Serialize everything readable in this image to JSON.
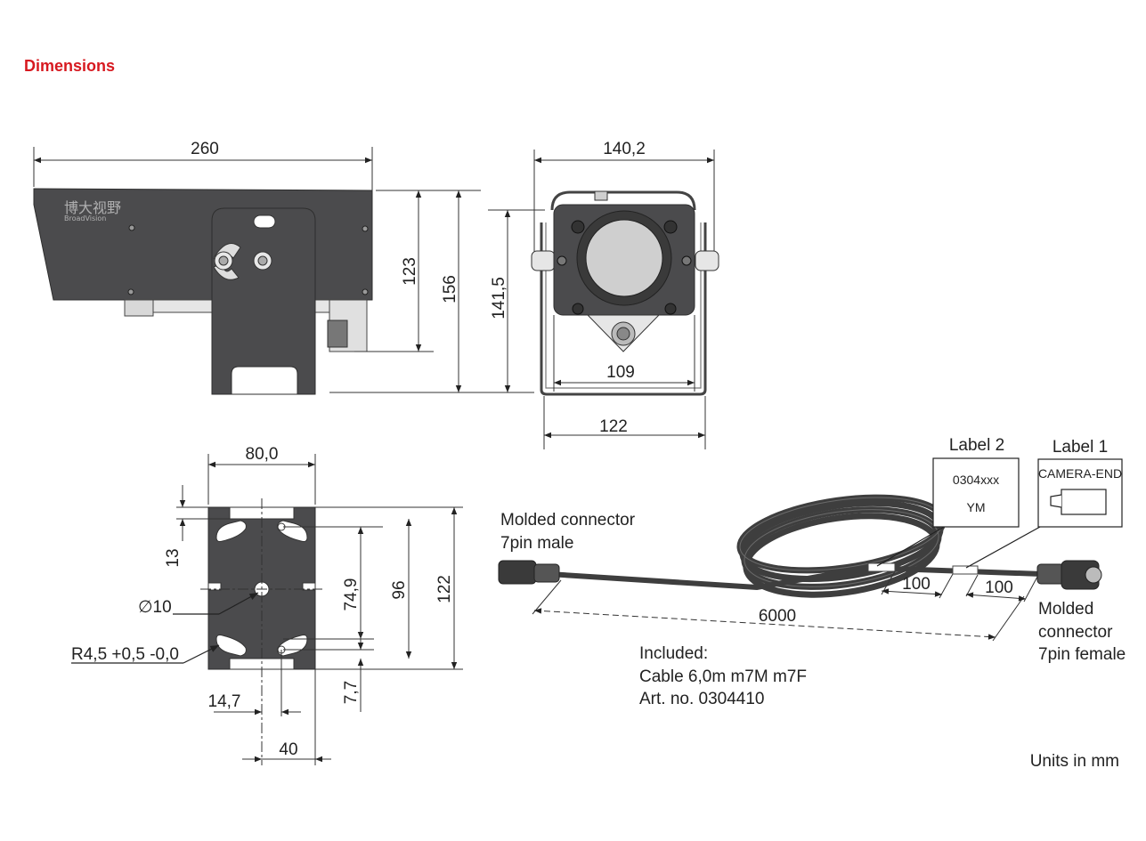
{
  "title": "Dimensions",
  "watermark": {
    "cn": "博大视野",
    "en": "BroadVision"
  },
  "side_view": {
    "width": "260",
    "h1": "123",
    "h2": "156",
    "h3": "141,5"
  },
  "front_view": {
    "width": "140,2",
    "inner": "109",
    "base": "122"
  },
  "bracket": {
    "width": "80,0",
    "top_offset": "13",
    "diameter": "∅10",
    "radius": "R4,5 +0,5 -0,0",
    "h_slot": "74,9",
    "h_96": "96",
    "h_122": "122",
    "bottom": "7,7",
    "w_14": "14,7",
    "w_40": "40"
  },
  "cable": {
    "male_line1": "Molded connector",
    "male_line2": "7pin male",
    "length": "6000",
    "seg1": "100",
    "seg2": "100",
    "female_line1": "Molded",
    "female_line2": "connector",
    "female_line3": "7pin female",
    "label2_title": "Label 2",
    "label2_line1": "0304xxx",
    "label2_line2": "YM",
    "label1_title": "Label 1",
    "label1_text": "CAMERA-END",
    "included_1": "Included:",
    "included_2": "Cable 6,0m m7M m7F",
    "included_3": "Art. no. 0304410"
  },
  "units": "Units in mm"
}
